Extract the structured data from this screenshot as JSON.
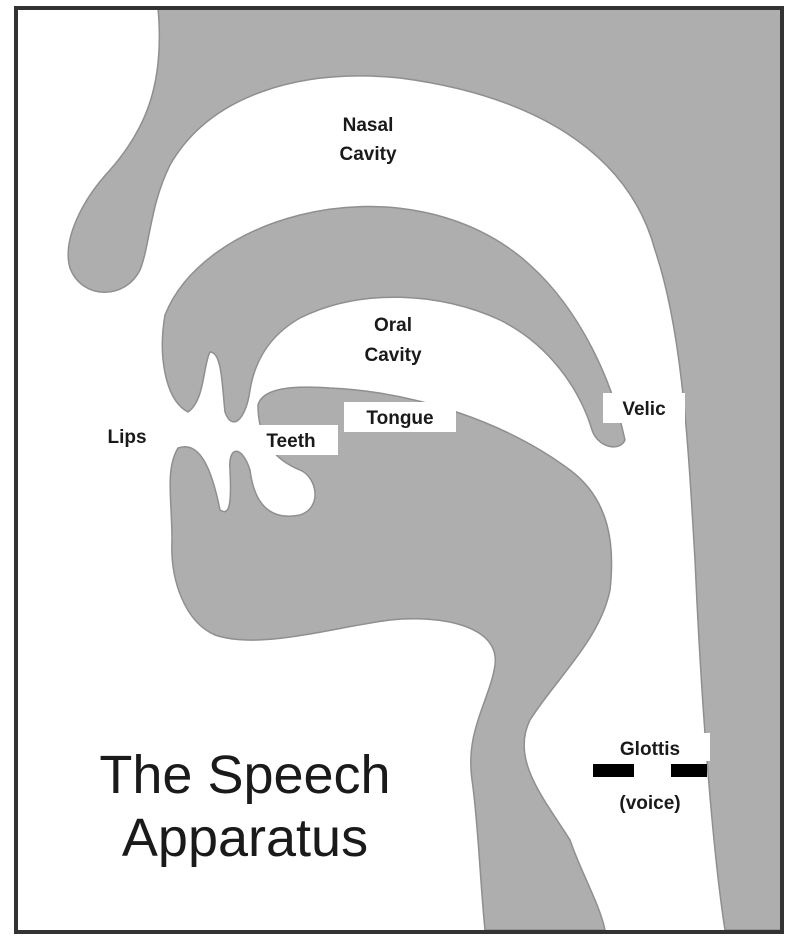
{
  "colors": {
    "tissue": "#aeaeae",
    "background": "#ffffff",
    "outline": "#8f8f8f",
    "text": "#1a1a1a",
    "glottis_bar": "#000000",
    "frame": "#333333"
  },
  "labels": {
    "nasal_cavity": [
      "Nasal",
      "Cavity"
    ],
    "oral_cavity": [
      "Oral",
      "Cavity"
    ],
    "velic": "Velic",
    "tongue": "Tongue",
    "teeth": "Teeth",
    "lips": "Lips",
    "glottis": "Glottis",
    "voice": "(voice)"
  },
  "title": [
    "The Speech",
    "Apparatus"
  ]
}
